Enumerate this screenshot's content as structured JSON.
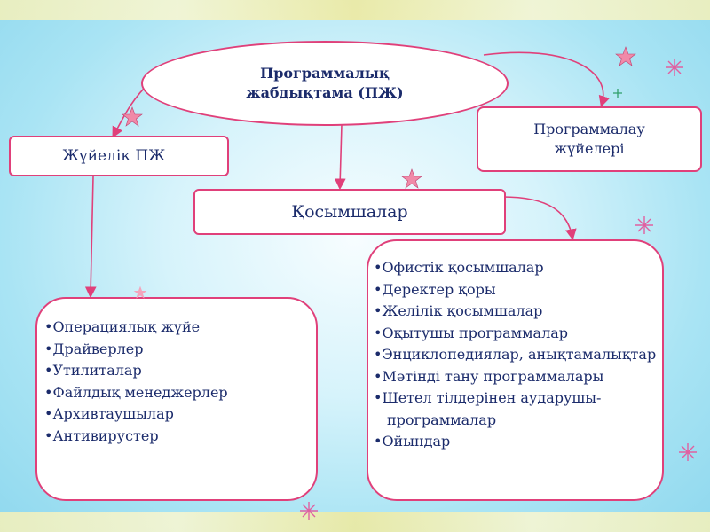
{
  "diagram": {
    "root": "Программалық\nжабдықтама (ПЖ)",
    "system_software": "Жүйелік ПЖ",
    "programming_systems": "Программалау\nжүйелері",
    "applications": "Қосымшалар",
    "system_items": [
      "Операциялық жүйе",
      "Драйверлер",
      "Утилиталар",
      "Файлдық менеджерлер",
      "Архивтаушылар",
      "Антивирустер"
    ],
    "application_items": [
      "Офистік қосымшалар",
      "Деректер қоры",
      "Желілік қосымшалар",
      "Оқытушы программалар",
      "Энциклопедиялар, анықтамалықтар",
      "Мәтінді тану программалары",
      "Шетел тілдерінен аударушы-программалар",
      "Ойындар"
    ]
  },
  "colors": {
    "border": "#e0407a",
    "text": "#1b2b6b",
    "star": "#f08aa8",
    "sparkle": "#e060a0"
  }
}
